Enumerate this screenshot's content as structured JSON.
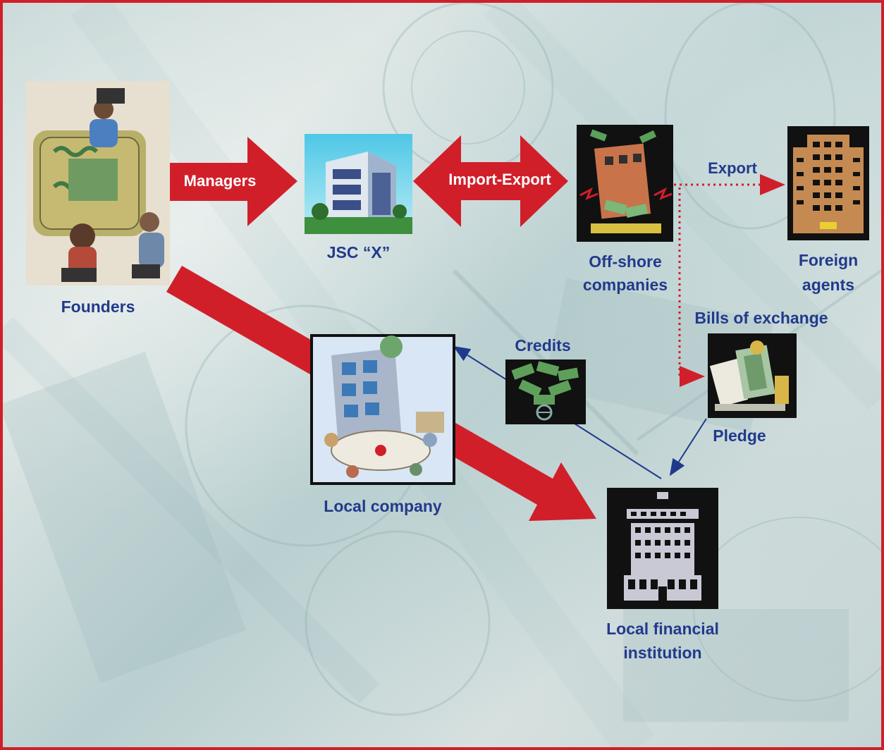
{
  "diagram": {
    "nodes": {
      "founders": {
        "label": "Founders",
        "icon": "meeting-table-icon"
      },
      "jsc": {
        "label": "JSC “X”",
        "icon": "office-building-icon"
      },
      "offshore": {
        "label_line1": "Off-shore",
        "label_line2": "companies",
        "icon": "money-building-icon"
      },
      "foreign_agents": {
        "label_line1": "Foreign",
        "label_line2": "agents",
        "icon": "tower-building-icon"
      },
      "local_company": {
        "label": "Local company",
        "icon": "company-meeting-icon"
      },
      "credits": {
        "label": "Credits",
        "icon": "money-pile-icon"
      },
      "bills": {
        "label": "Bills of exchange",
        "icon": "bills-money-icon"
      },
      "pledge": {
        "label": "Pledge"
      },
      "local_financial": {
        "label_line1": "Local financial",
        "label_line2": "institution",
        "icon": "bank-building-icon"
      }
    },
    "arrows": {
      "managers": "Managers",
      "import_export": "Import-Export",
      "export": "Export"
    }
  },
  "colors": {
    "frame": "#d11f2a",
    "arrow_red": "#d11f2a",
    "label_blue": "#223a8c",
    "connector_blue": "#1f3a8a",
    "dotted_red": "#d11f2a"
  }
}
